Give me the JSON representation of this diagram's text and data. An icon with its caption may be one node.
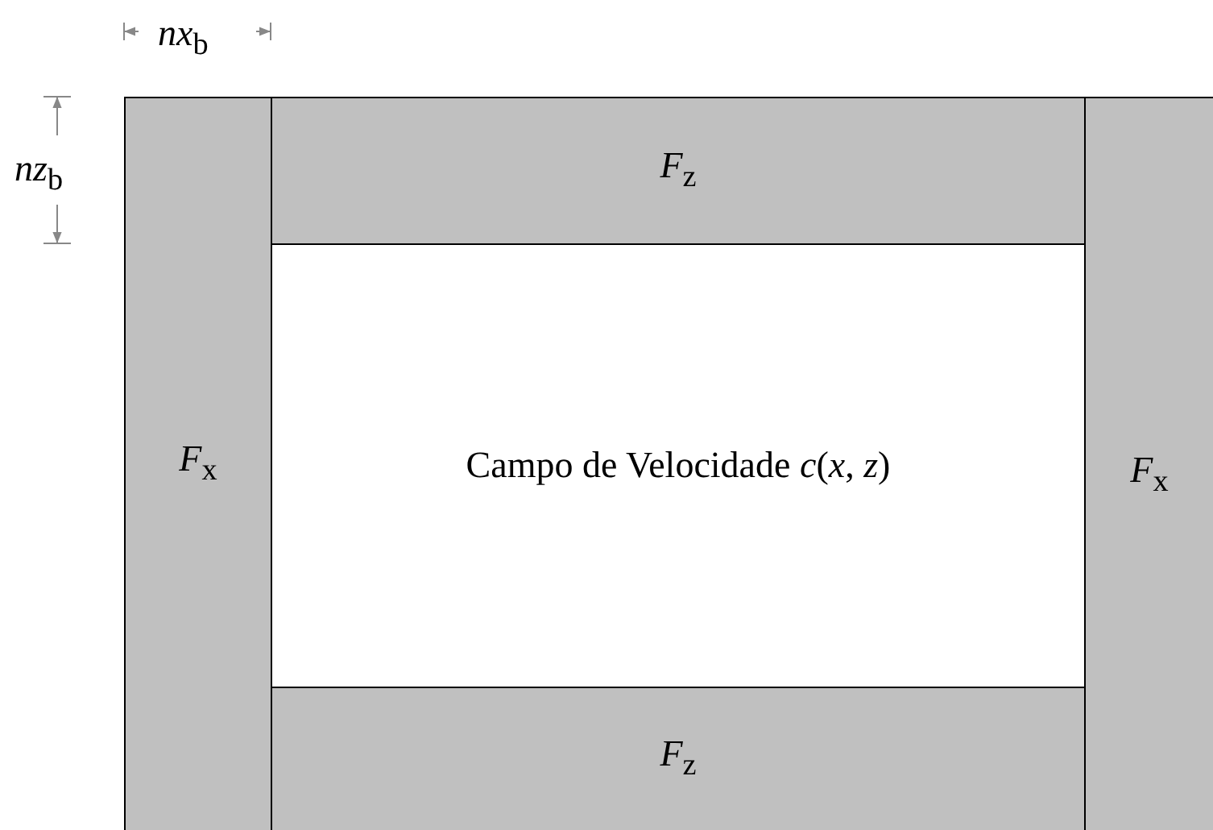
{
  "diagram": {
    "nodes": [
      {
        "text": [
          "*F*$_{x}$"
        ]
      },
      {
        "text": [
          "*F*$_{z}$"
        ]
      },
      {
        "text": [
          "Campo de Velocidade *c*(*x*, *z*)"
        ]
      },
      {
        "text": [
          "*F*$_{z}$"
        ]
      },
      {
        "text": [
          "*F*$_{x}$"
        ]
      }
    ],
    "labels": [
      "*nx*$_{b}$",
      "*nz*$_{b}$"
    ]
  }
}
